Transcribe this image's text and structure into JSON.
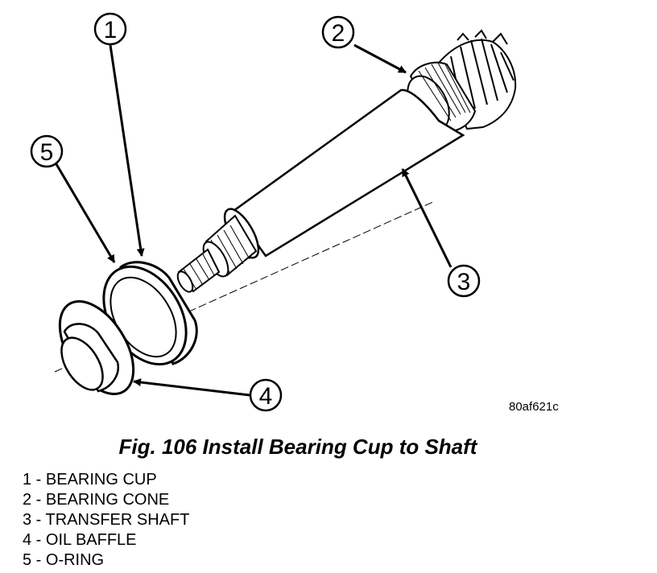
{
  "callouts": {
    "c1": "1",
    "c2": "2",
    "c3": "3",
    "c4": "4",
    "c5": "5"
  },
  "image_code": "80af621c",
  "caption": "Fig. 106 Install Bearing Cup to Shaft",
  "legend": [
    "1 - BEARING CUP",
    "2 - BEARING CONE",
    "3 - TRANSFER SHAFT",
    "4 - OIL BAFFLE",
    "5 - O-RING"
  ]
}
